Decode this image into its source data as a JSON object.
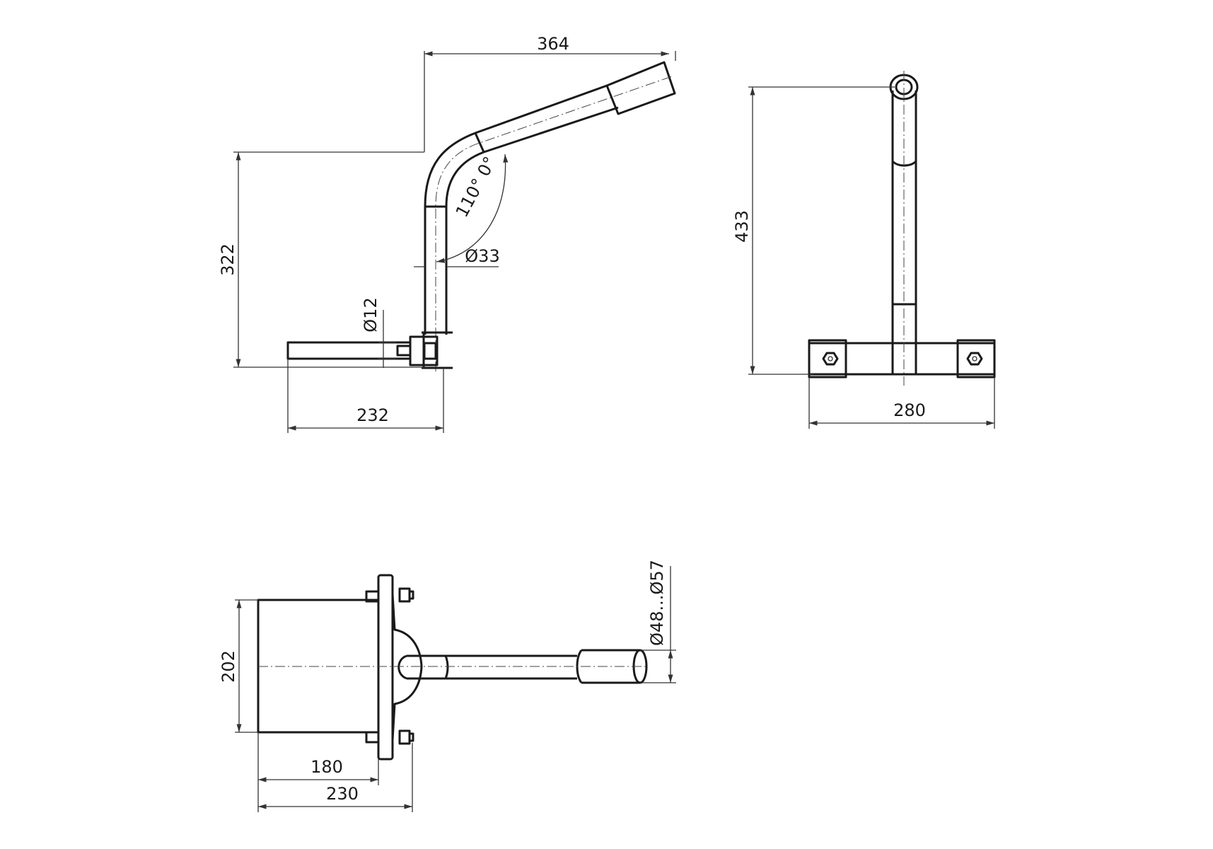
{
  "drawing": {
    "side_view": {
      "dim_horizontal_reach": "364",
      "dim_height": "322",
      "dim_base_length": "232",
      "dim_pipe_diameter": "Ø33",
      "dim_bolt_diameter": "Ø12",
      "angle_label": "110° 0°"
    },
    "front_view": {
      "dim_total_height": "433",
      "dim_clamp_width": "280"
    },
    "top_view": {
      "dim_bracket_height": "202",
      "dim_bracket_depth": "180",
      "dim_total_depth": "230",
      "dim_mast_diameter_range": "Ø48...Ø57"
    }
  }
}
